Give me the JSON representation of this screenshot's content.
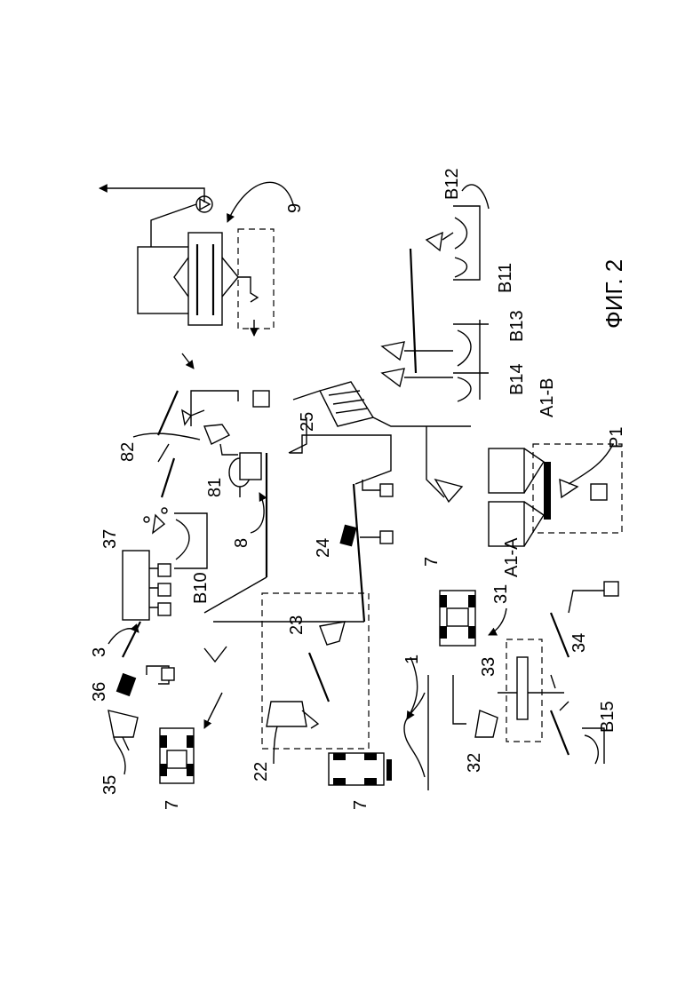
{
  "figure_title": "ФИГ. 2",
  "labels": {
    "n9": "9",
    "n25": "25",
    "n82": "82",
    "n81": "81",
    "n8": "8",
    "n37": "37",
    "n3": "3",
    "n36": "36",
    "n35": "35",
    "n7a": "7",
    "n7b": "7",
    "n7c": "7",
    "n22": "22",
    "n23": "23",
    "n24": "24",
    "n1": "1",
    "n31": "31",
    "n32": "32",
    "n33": "33",
    "n34": "34",
    "b10": "B10",
    "b11": "B11",
    "b12": "B12",
    "b13": "B13",
    "b14": "B14",
    "b15": "B15",
    "a1a": "A1-A",
    "a1b": "A1-B",
    "p1": "P1"
  }
}
